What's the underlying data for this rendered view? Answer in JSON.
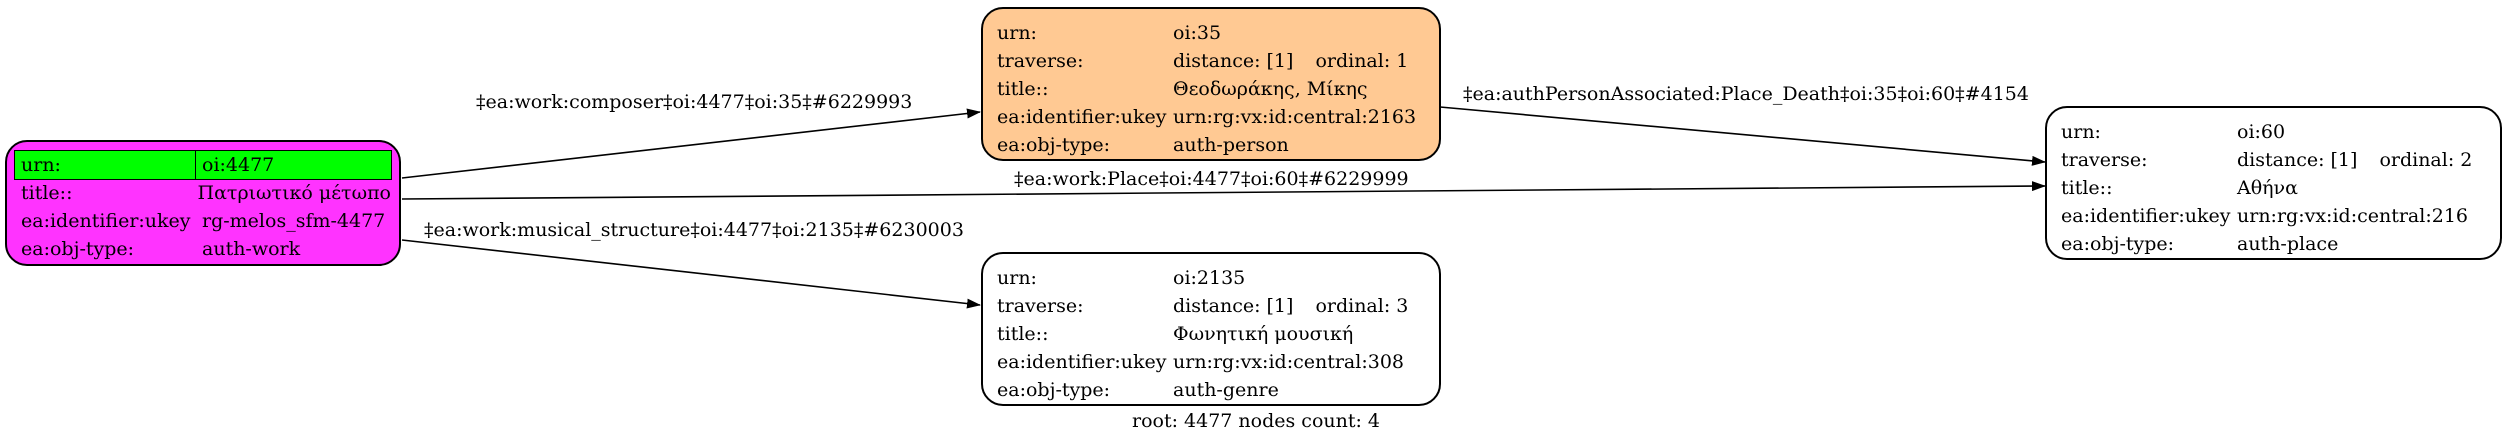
{
  "colors": {
    "work_fill": "#ff33ff",
    "person_fill": "#ffc993",
    "plain_fill": "#ffffff",
    "urn_highlight": "#00ff00"
  },
  "nodes": {
    "work": {
      "urn_key": "urn:",
      "urn": "oi:4477",
      "title_key": "title::",
      "title": "Πατριωτικό μέτωπο",
      "ukey_key": "ea:identifier:ukey",
      "ukey": "rg-melos_sfm-4477",
      "type_key": "ea:obj-type:",
      "type": "auth-work"
    },
    "person": {
      "urn_key": "urn:",
      "urn": "oi:35",
      "traverse_key": "traverse:",
      "distance": "distance: [1]",
      "ordinal": "ordinal: 1",
      "title_key": "title::",
      "title": "Θεοδωράκης, Μίκης",
      "ukey_key": "ea:identifier:ukey",
      "ukey": "urn:rg:vx:id:central:2163",
      "type_key": "ea:obj-type:",
      "type": "auth-person"
    },
    "place": {
      "urn_key": "urn:",
      "urn": "oi:60",
      "traverse_key": "traverse:",
      "distance": "distance: [1]",
      "ordinal": "ordinal: 2",
      "title_key": "title::",
      "title": "Αθήνα",
      "ukey_key": "ea:identifier:ukey",
      "ukey": "urn:rg:vx:id:central:216",
      "type_key": "ea:obj-type:",
      "type": "auth-place"
    },
    "genre": {
      "urn_key": "urn:",
      "urn": "oi:2135",
      "traverse_key": "traverse:",
      "distance": "distance: [1]",
      "ordinal": "ordinal: 3",
      "title_key": "title::",
      "title": "Φωνητική μουσική",
      "ukey_key": "ea:identifier:ukey",
      "ukey": "urn:rg:vx:id:central:308",
      "type_key": "ea:obj-type:",
      "type": "auth-genre"
    }
  },
  "edges": {
    "composer": "‡ea:work:composer‡oi:4477‡oi:35‡#6229993",
    "place_death": "‡ea:authPersonAssociated:Place_Death‡oi:35‡oi:60‡#4154",
    "work_place": "‡ea:work:Place‡oi:4477‡oi:60‡#6229999",
    "musical_structure": "‡ea:work:musical_structure‡oi:4477‡oi:2135‡#6230003"
  },
  "footer": "root: 4477 nodes count: 4"
}
